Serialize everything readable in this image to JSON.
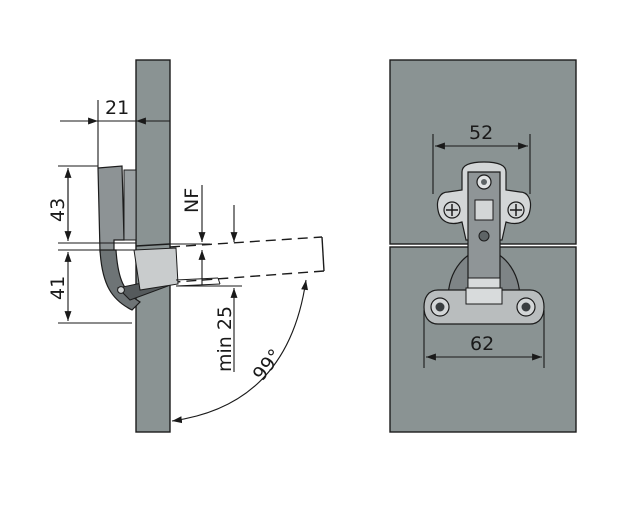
{
  "colors": {
    "panel": "#8a9393",
    "panel_edge": "#1c1c1c",
    "hinge_dark": "#555a5c",
    "hinge_mid": "#8d9395",
    "hinge_light": "#c9cccd",
    "dim_line": "#1a1a1a"
  },
  "side_view": {
    "dim_21": "21",
    "dim_43": "43",
    "dim_41": "41",
    "dim_nf": "NF",
    "dim_min25": "min 25",
    "dim_angle": "99°"
  },
  "front_view": {
    "dim_52": "52",
    "dim_62": "62"
  }
}
